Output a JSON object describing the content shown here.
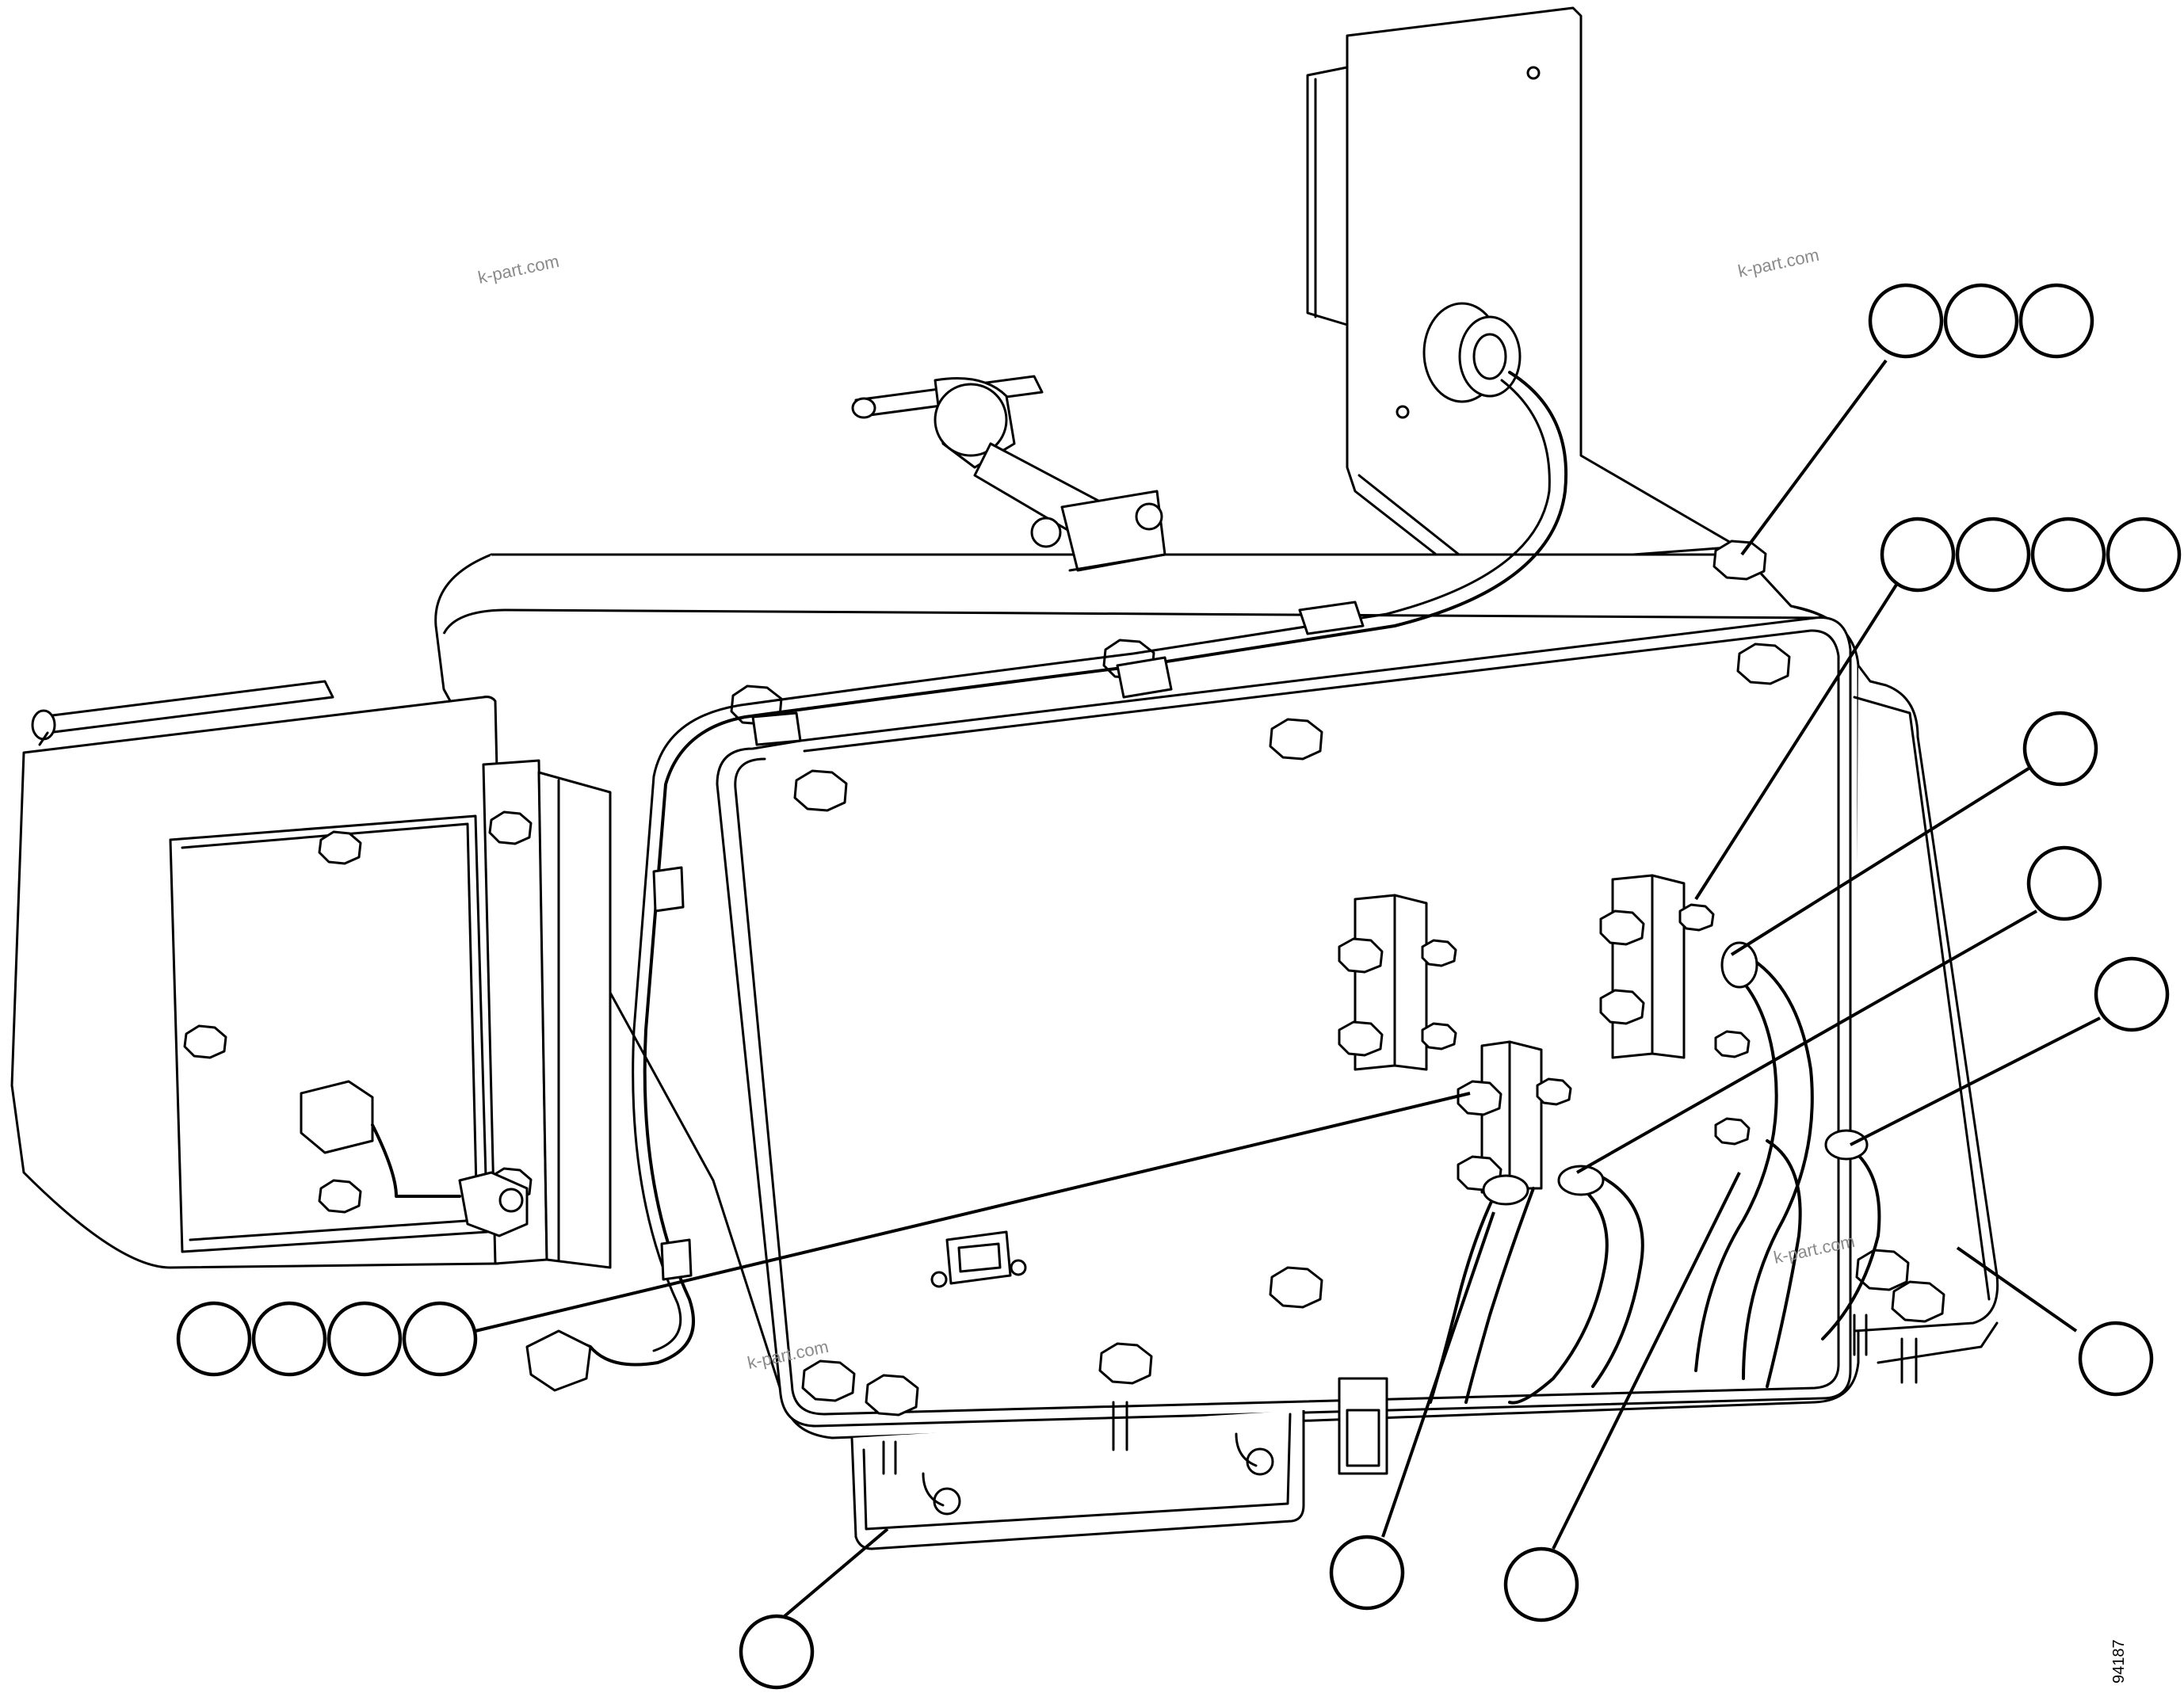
{
  "watermarks": [
    {
      "id": "wm1",
      "text": "k-part.com"
    },
    {
      "id": "wm2",
      "text": "k-part.com"
    },
    {
      "id": "wm3",
      "text": "k-part.com"
    },
    {
      "id": "wm4",
      "text": "k-part.com"
    }
  ],
  "figure_number": "94187",
  "callout_groups": [
    {
      "id": "top-right-3",
      "count": 3
    },
    {
      "id": "right-4",
      "count": 4
    },
    {
      "id": "right-single-1",
      "count": 1
    },
    {
      "id": "right-single-2",
      "count": 1
    },
    {
      "id": "right-single-3",
      "count": 1
    },
    {
      "id": "lower-right",
      "count": 1
    },
    {
      "id": "left-4",
      "count": 4
    },
    {
      "id": "bottom-left",
      "count": 1
    },
    {
      "id": "bottom-center-1",
      "count": 1
    },
    {
      "id": "bottom-center-2",
      "count": 1
    }
  ]
}
